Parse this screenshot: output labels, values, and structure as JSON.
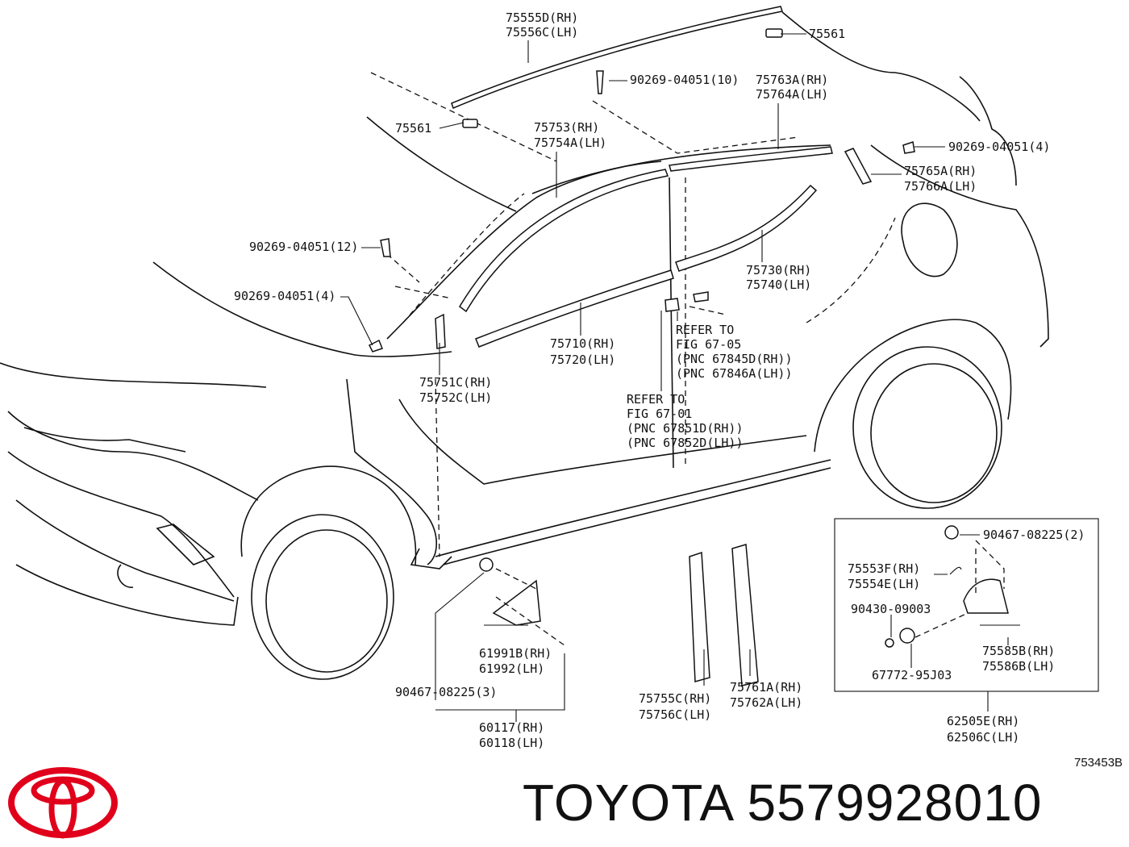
{
  "labels": {
    "l1a": "75555D(RH)",
    "l1b": "75556C(LH)",
    "l2": "75561",
    "l3": "90269-04051(10)",
    "l4a": "75763A(RH)",
    "l4b": "75764A(LH)",
    "l5": "75561",
    "l6a": "75753(RH)",
    "l6b": "75754A(LH)",
    "l7": "90269-04051(4)",
    "l8a": "75765A(RH)",
    "l8b": "75766A(LH)",
    "l9": "90269-04051(12)",
    "l10a": "75730(RH)",
    "l10b": "75740(LH)",
    "l11": "90269-04051(4)",
    "l12a": "REFER TO",
    "l12b": "FIG 67-05",
    "l12c": "(PNC 67845D(RH))",
    "l12d": "(PNC 67846A(LH))",
    "l13a": "75710(RH)",
    "l13b": "75720(LH)",
    "l14a": "75751C(RH)",
    "l14b": "75752C(LH)",
    "l15a": "REFER TO",
    "l15b": "FIG 67-01",
    "l15c": "(PNC 67851D(RH))",
    "l15d": "(PNC 67852D(LH))",
    "l16": "90467-08225(2)",
    "l17a": "75553F(RH)",
    "l17b": "75554E(LH)",
    "l18": "90430-09003",
    "l19a": "75585B(RH)",
    "l19b": "75586B(LH)",
    "l20": "67772-95J03",
    "l21a": "61991B(RH)",
    "l21b": "61992(LH)",
    "l22": "90467-08225(3)",
    "l23a": "60117(RH)",
    "l23b": "60118(LH)",
    "l24a": "75755C(RH)",
    "l24b": "75756C(LH)",
    "l25a": "75761A(RH)",
    "l25b": "75762A(LH)",
    "l26a": "62505E(RH)",
    "l26b": "62506C(LH)"
  },
  "figure_id": "753453B",
  "brand_text": "TOYOTA 5579928010",
  "logo": "toyota-logo",
  "colors": {
    "ink": "#111111",
    "logo": "#e0001b",
    "background": "#ffffff"
  }
}
